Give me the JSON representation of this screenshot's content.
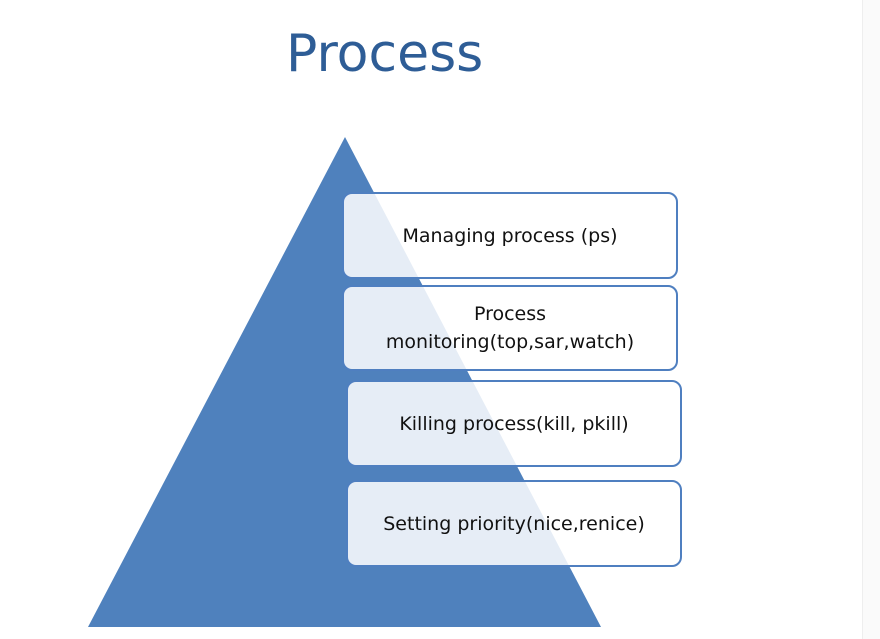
{
  "slide": {
    "title": "Process"
  },
  "pyramid": {
    "levels": [
      {
        "label": "Managing process (ps)"
      },
      {
        "label": "Process\nmonitoring(top,sar,watch)"
      },
      {
        "label": "Killing process(kill, pkill)"
      },
      {
        "label": "Setting priority(nice,renice)"
      }
    ]
  },
  "colors": {
    "title": "#2e5d96",
    "pyramid_fill": "#4f81bd",
    "box_border": "#4f7fc0",
    "box_fill": "#ffffff"
  }
}
